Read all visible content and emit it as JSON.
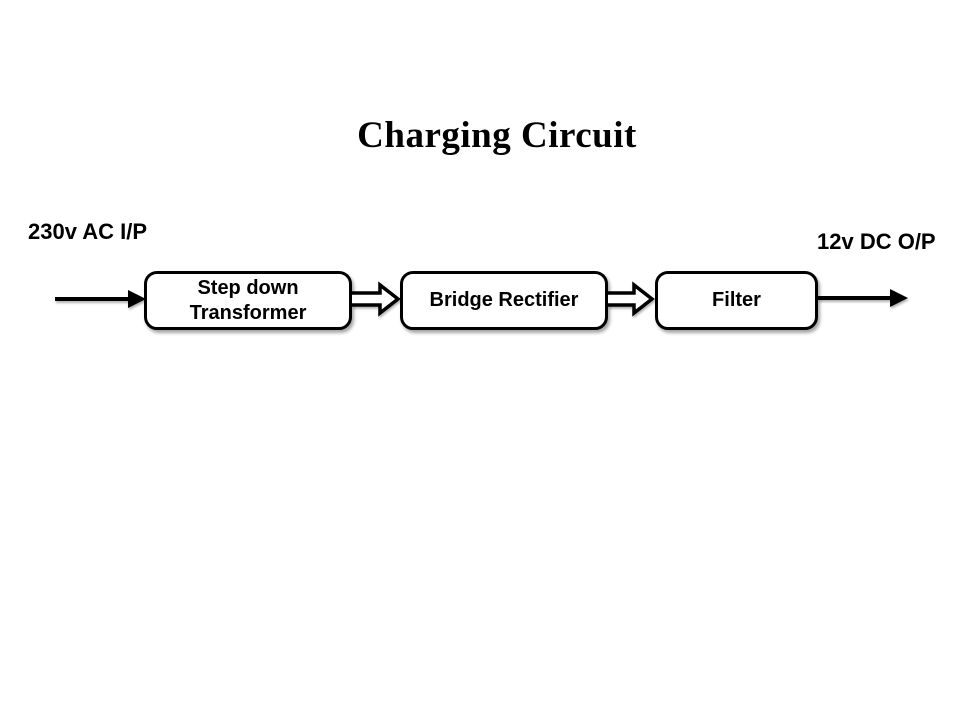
{
  "title": "Charging Circuit",
  "labels": {
    "input": "230v AC I/P",
    "output": "12v DC O/P"
  },
  "blocks": [
    {
      "lines": [
        "Step down",
        "Transformer"
      ]
    },
    {
      "lines": [
        "Bridge Rectifier"
      ]
    },
    {
      "lines": [
        "Filter"
      ]
    }
  ],
  "colors": {
    "ink": "#000000",
    "background": "#ffffff"
  }
}
